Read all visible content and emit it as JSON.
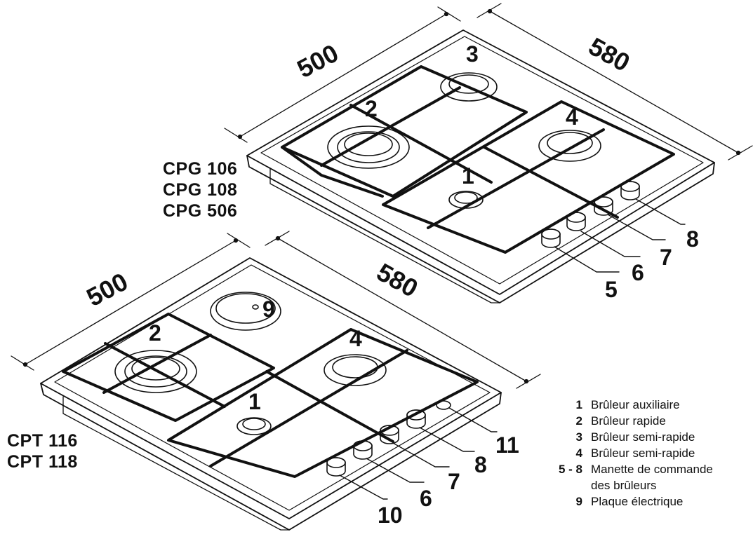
{
  "top_hob": {
    "models": [
      "CPG 106",
      "CPG 108",
      "CPG 506"
    ],
    "dimensions": {
      "width": "500",
      "depth": "580"
    },
    "burner_labels": [
      "1",
      "2",
      "3",
      "4"
    ],
    "knob_labels": [
      "5",
      "6",
      "7",
      "8"
    ]
  },
  "bottom_hob": {
    "models": [
      "CPT 116",
      "CPT 118"
    ],
    "dimensions": {
      "width": "500",
      "depth": "580"
    },
    "burner_labels": [
      "1",
      "2",
      "4",
      "9"
    ],
    "knob_labels": [
      "10",
      "6",
      "7",
      "8",
      "11"
    ]
  },
  "legend": [
    {
      "num": "1",
      "text": "Brûleur auxiliaire"
    },
    {
      "num": "2",
      "text": "Brûleur rapide"
    },
    {
      "num": "3",
      "text": "Brûleur semi-rapide"
    },
    {
      "num": "4",
      "text": "Brûleur semi-rapide"
    },
    {
      "num": "5 - 8",
      "text": "Manette de commande"
    },
    {
      "num": "",
      "text": "des brûleurs"
    },
    {
      "num": "9",
      "text": "Plaque électrique"
    }
  ]
}
